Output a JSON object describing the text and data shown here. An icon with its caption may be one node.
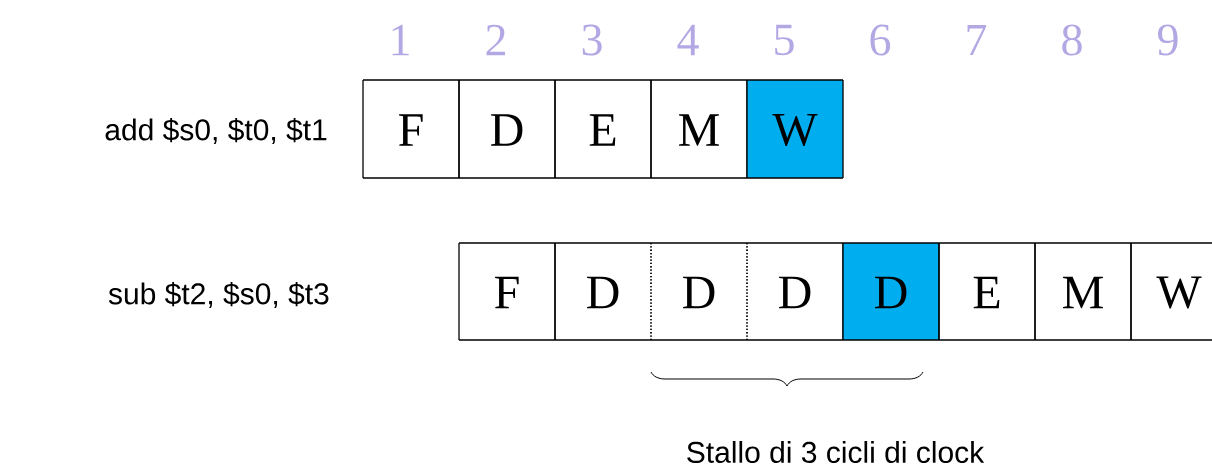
{
  "diagram": {
    "nodes": [
      {
        "text": [
          "F"
        ]
      },
      {
        "text": [
          "D"
        ]
      },
      {
        "text": [
          "E"
        ]
      },
      {
        "text": [
          "M"
        ]
      },
      {
        "text": [
          "W"
        ]
      },
      {
        "text": [
          "F"
        ]
      },
      {
        "text": [
          "D"
        ]
      },
      {
        "text": [
          "D"
        ]
      },
      {
        "text": [
          "D"
        ]
      },
      {
        "text": [
          "D"
        ]
      },
      {
        "text": [
          "E"
        ]
      },
      {
        "text": [
          "M"
        ]
      },
      {
        "text": [
          "W"
        ]
      }
    ],
    "labels": [
      "1",
      "2",
      "3",
      "4",
      "5",
      "6",
      "7",
      "8",
      "9",
      "add $s0, $t0, $t1",
      "sub $t2, $s0, $t3",
      "Stallo di 3 cicli di clock"
    ]
  }
}
